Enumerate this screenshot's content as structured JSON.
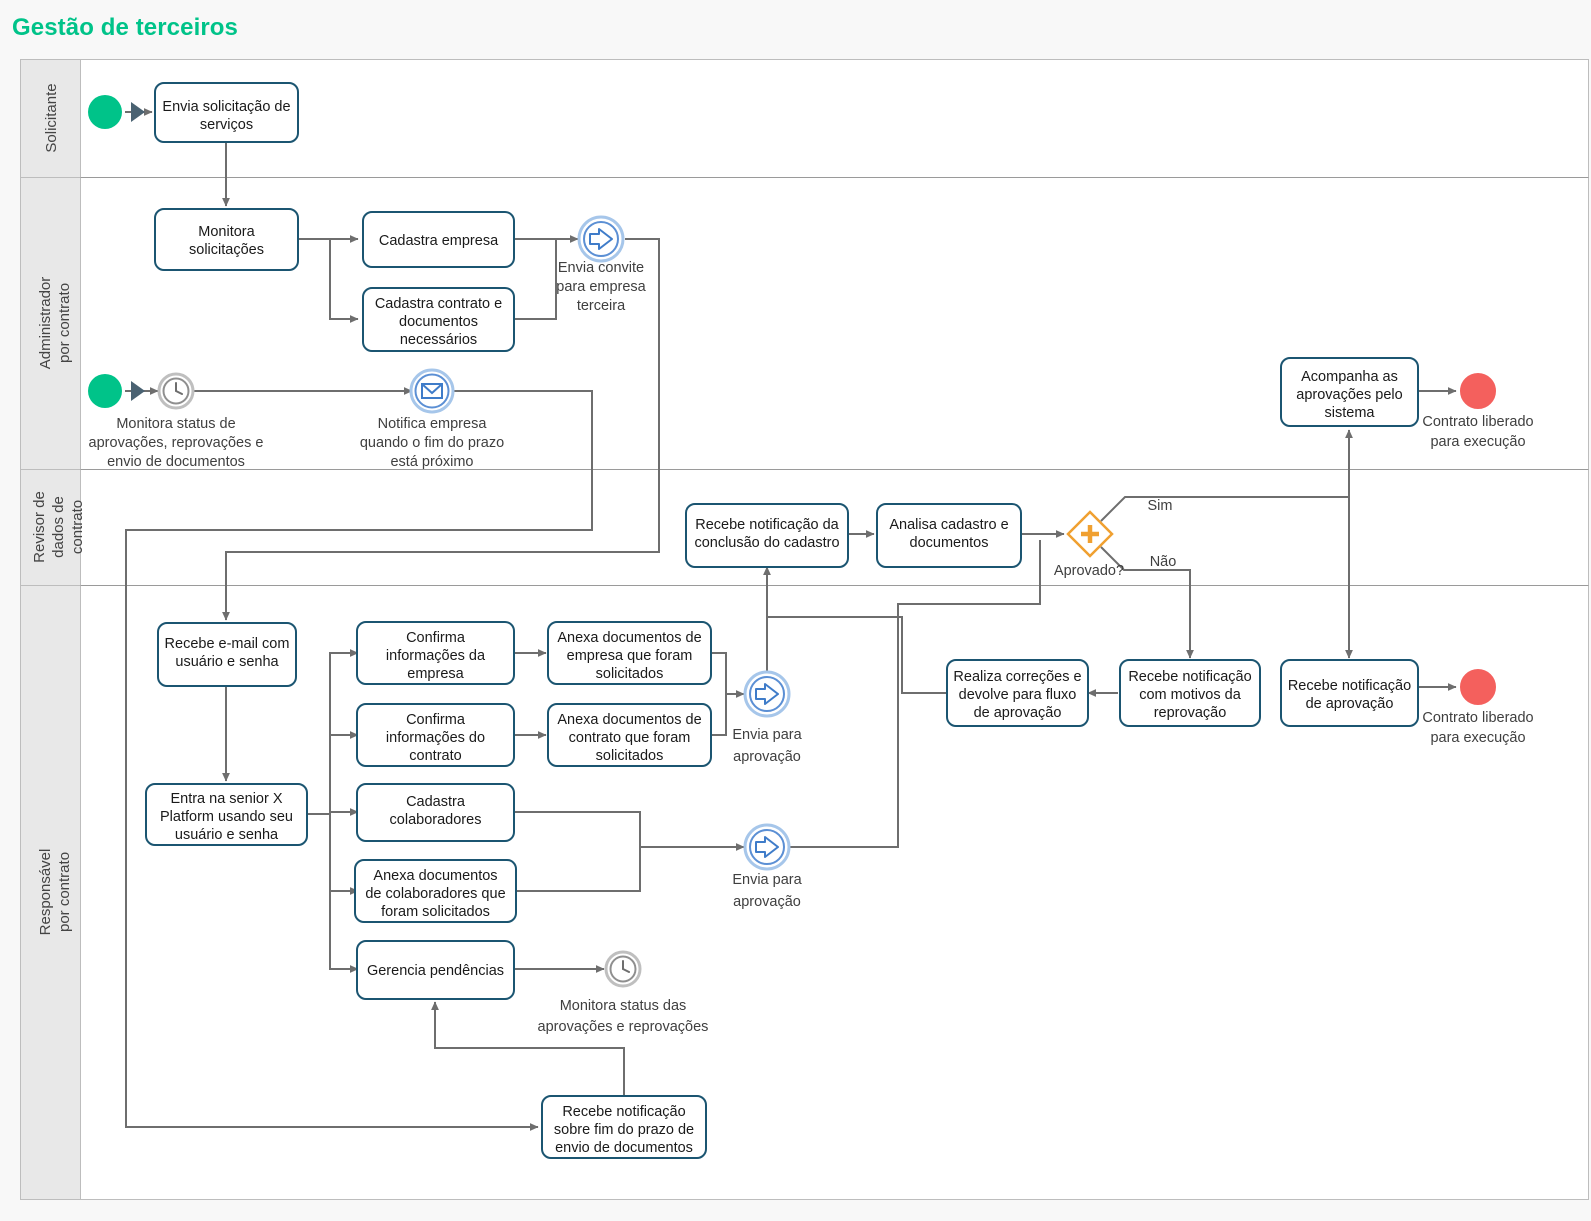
{
  "page": {
    "title": "Gestão de terceiros",
    "title_color": "#00c389",
    "background": "#f8f8f8"
  },
  "palette": {
    "task_border": "#1b5571",
    "task_fill": "#ffffff",
    "connector": "#6e6e6e",
    "start_event": "#00c389",
    "end_event": "#f4605d",
    "message_event": "#5b8fd4",
    "timer_event": "#9e9e9e",
    "gateway": "#f0a030",
    "lane_band": "#e8e8e8"
  },
  "lanes": [
    {
      "id": "solicitante",
      "label": "Solicitante"
    },
    {
      "id": "administrador",
      "label": "Administrador\npor contrato"
    },
    {
      "id": "revisor",
      "label": "Revisor de\ndados de\ncontrato"
    },
    {
      "id": "responsavel",
      "label": "Responsável\npor contrato"
    }
  ],
  "lane_labels": {
    "solicitante": "Solicitante",
    "administrador_l1": "Administrador",
    "administrador_l2": "por contrato",
    "revisor_l1": "Revisor de",
    "revisor_l2": "dados de",
    "revisor_l3": "contrato",
    "responsavel_l1": "Responsável",
    "responsavel_l2": "por contrato"
  },
  "tasks": {
    "envia_solicitacao": {
      "l1": "Envia solicitação de",
      "l2": "serviços"
    },
    "monitora_solicitacoes": {
      "l1": "Monitora",
      "l2": "solicitações"
    },
    "cadastra_empresa": {
      "l1": "Cadastra empresa"
    },
    "cadastra_contrato": {
      "l1": "Cadastra contrato e",
      "l2": "documentos",
      "l3": "necessários"
    },
    "acompanha_aprovacoes": {
      "l1": "Acompanha as",
      "l2": "aprovações pelo",
      "l3": "sistema"
    },
    "recebe_notificacao_conclusao": {
      "l1": "Recebe notificação da",
      "l2": "conclusão do cadastro"
    },
    "analisa_cadastro": {
      "l1": "Analisa cadastro e",
      "l2": "documentos"
    },
    "recebe_email": {
      "l1": "Recebe e-mail com",
      "l2": "usuário e senha"
    },
    "entra_plataforma": {
      "l1": "Entra na senior X",
      "l2": "Platform usando seu",
      "l3": "usuário e senha"
    },
    "confirma_info_empresa": {
      "l1": "Confirma",
      "l2": "informações da",
      "l3": "empresa"
    },
    "anexa_doc_empresa": {
      "l1": "Anexa documentos de",
      "l2": "empresa que foram",
      "l3": "solicitados"
    },
    "confirma_info_contrato": {
      "l1": "Confirma",
      "l2": "informações do",
      "l3": "contrato"
    },
    "anexa_doc_contrato": {
      "l1": "Anexa documentos de",
      "l2": "contrato que foram",
      "l3": "solicitados"
    },
    "cadastra_colaboradores": {
      "l1": "Cadastra",
      "l2": "colaboradores"
    },
    "anexa_doc_colaboradores": {
      "l1": "Anexa documentos",
      "l2": "de colaboradores que",
      "l3": "foram solicitados"
    },
    "gerencia_pendencias": {
      "l1": "Gerencia pendências"
    },
    "recebe_notificacao_prazo": {
      "l1": "Recebe notificação",
      "l2": "sobre fim do prazo de",
      "l3": "envio de documentos"
    },
    "realiza_correcoes": {
      "l1": "Realiza correções e",
      "l2": "devolve para fluxo",
      "l3": "de aprovação"
    },
    "recebe_notificacao_reprovacao": {
      "l1": "Recebe notificação",
      "l2": "com motivos da",
      "l3": "reprovação"
    },
    "recebe_notificacao_aprovacao": {
      "l1": "Recebe notificação",
      "l2": "de aprovação"
    }
  },
  "events": {
    "start_solicitante": {
      "type": "start",
      "label": ""
    },
    "envia_convite": {
      "type": "message-send",
      "l1": "Envia convite",
      "l2": "para empresa",
      "l3": "terceira"
    },
    "start_administrador": {
      "type": "start",
      "label": ""
    },
    "timer_monitora_status": {
      "type": "timer",
      "l1": "Monitora status de",
      "l2": "aprovações, reprovações e",
      "l3": "envio de documentos"
    },
    "notifica_empresa": {
      "type": "message",
      "l1": "Notifica empresa",
      "l2": "quando o fim do prazo",
      "l3": "está próximo"
    },
    "envia_aprovacao_1": {
      "type": "message-send",
      "l1": "Envia para",
      "l2": "aprovação"
    },
    "envia_aprovacao_2": {
      "type": "message-send",
      "l1": "Envia para",
      "l2": "aprovação"
    },
    "timer_monitora_aprovacoes": {
      "type": "timer",
      "l1": "Monitora status das",
      "l2": "aprovações e reprovações"
    },
    "end_admin": {
      "type": "end",
      "l1": "Contrato liberado",
      "l2": "para execução"
    },
    "end_responsavel": {
      "type": "end",
      "l1": "Contrato liberado",
      "l2": "para execução"
    }
  },
  "gateway": {
    "id": "aprovado",
    "symbol": "+",
    "label": "Aprovado?",
    "branch_yes": "Sim",
    "branch_no": "Não"
  }
}
